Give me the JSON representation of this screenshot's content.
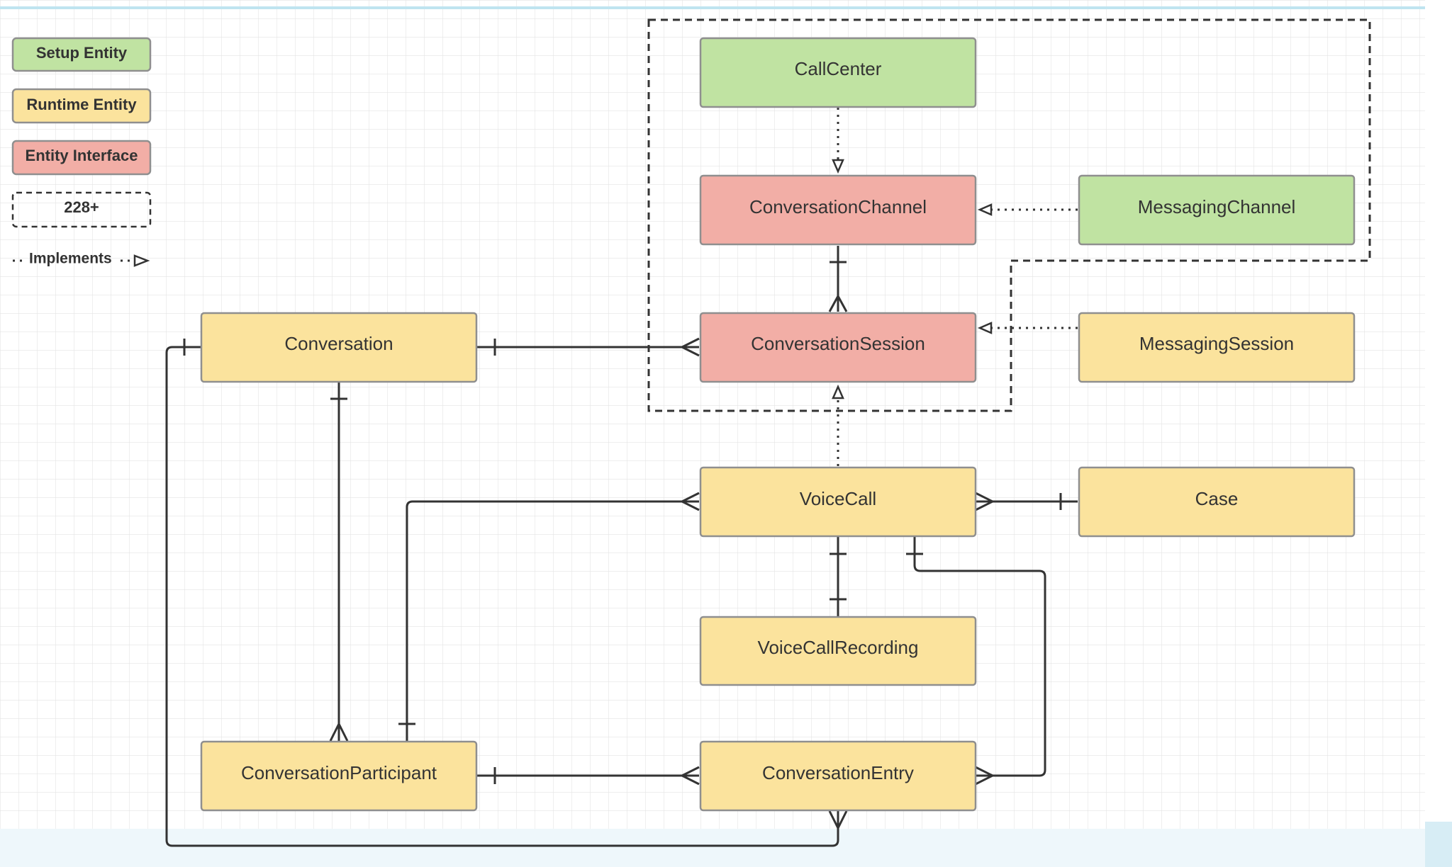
{
  "colors": {
    "setup_fill": "#c0e3a2",
    "runtime_fill": "#fbe39d",
    "interface_fill": "#f2aea6",
    "border": "#8f8f8f",
    "grid": "#e4e4e4",
    "top_bar": "#bfe4f0"
  },
  "legend": {
    "setup_entity": "Setup Entity",
    "runtime_entity": "Runtime Entity",
    "entity_interface": "Entity Interface",
    "group_label": "228+",
    "implements": "Implements"
  },
  "entities": {
    "call_center": {
      "label": "CallCenter",
      "kind": "setup"
    },
    "conversation_channel": {
      "label": "ConversationChannel",
      "kind": "interface"
    },
    "messaging_channel": {
      "label": "MessagingChannel",
      "kind": "setup"
    },
    "conversation": {
      "label": "Conversation",
      "kind": "runtime"
    },
    "conversation_session": {
      "label": "ConversationSession",
      "kind": "interface"
    },
    "messaging_session": {
      "label": "MessagingSession",
      "kind": "runtime"
    },
    "voice_call": {
      "label": "VoiceCall",
      "kind": "runtime"
    },
    "case": {
      "label": "Case",
      "kind": "runtime"
    },
    "voice_call_recording": {
      "label": "VoiceCallRecording",
      "kind": "runtime"
    },
    "conversation_participant": {
      "label": "ConversationParticipant",
      "kind": "runtime"
    },
    "conversation_entry": {
      "label": "ConversationEntry",
      "kind": "runtime"
    }
  }
}
